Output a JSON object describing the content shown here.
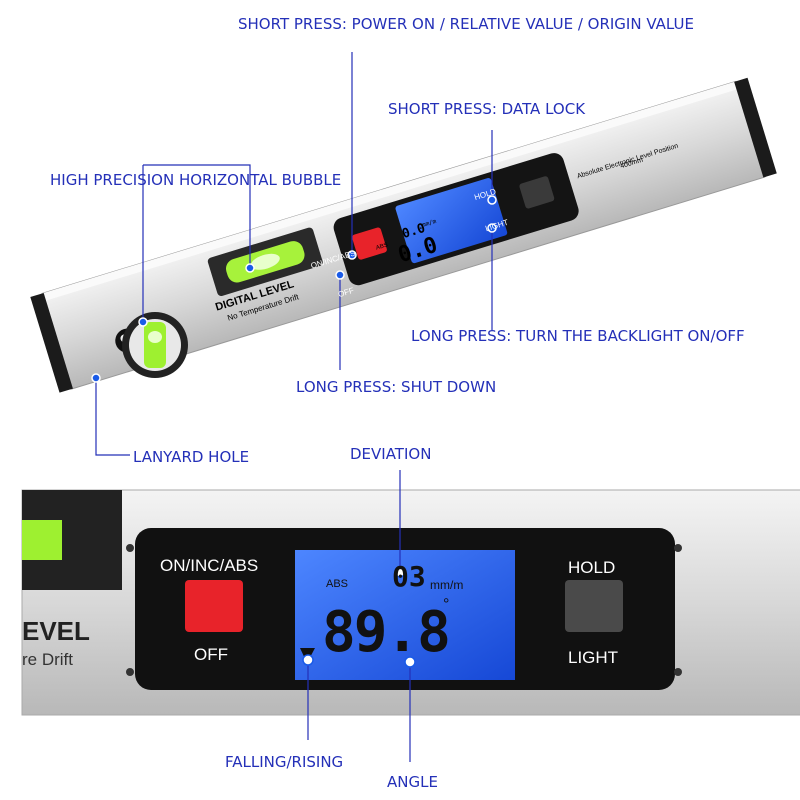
{
  "callouts": {
    "power": "SHORT PRESS: POWER ON / RELATIVE VALUE / ORIGIN VALUE",
    "data_lock": "SHORT PRESS: DATA LOCK",
    "bubble": "HIGH PRECISION HORIZONTAL BUBBLE",
    "backlight": "LONG PRESS: TURN THE BACKLIGHT ON/OFF",
    "shutdown": "LONG PRESS: SHUT DOWN",
    "lanyard": "LANYARD HOLE",
    "deviation": "DEVIATION",
    "falling": "FALLING/RISING",
    "angle": "ANGLE"
  },
  "level": {
    "brand": "DIGITAL LEVEL",
    "sub": "No Temperature Drift",
    "panel_title": "Absolute Electronic Level Position",
    "panel_size": "400mm",
    "btn_left": "ON/INC/ABS",
    "btn_left_bottom": "OFF",
    "btn_right": "HOLD",
    "btn_right_bottom": "LIGHT",
    "lcd_top": "0.0",
    "lcd_main": "0.0",
    "lcd_abs": "ABS",
    "lcd_unit": "mm/m"
  },
  "zoom": {
    "brand_fragment": "EVEL",
    "sub_fragment": "re Drift",
    "btn_left": "ON/INC/ABS",
    "btn_left_bottom": "OFF",
    "btn_right": "HOLD",
    "btn_right_bottom": "LIGHT",
    "lcd_abs": "ABS",
    "lcd_deviation": "03",
    "lcd_unit": "mm/m",
    "lcd_angle": "89.8",
    "lcd_degree": "°"
  },
  "colors": {
    "callout": "#2430b8",
    "lcd_blue": "#1a5be8",
    "bubble_green": "#9ef030",
    "button_red": "#e8232a"
  }
}
